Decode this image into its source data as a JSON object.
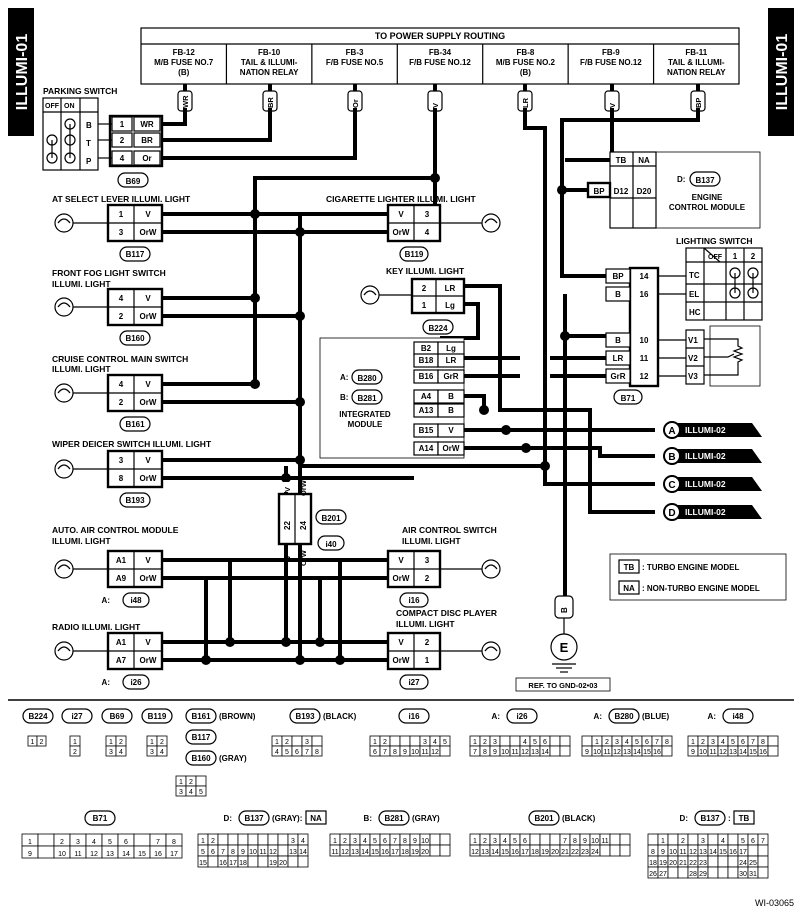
{
  "page": {
    "tag_left": "ILLUMI-01",
    "tag_right": "ILLUMI-01",
    "diagram_code": "WI-03065",
    "power_routing_title": "TO POWER SUPPLY ROUTING"
  },
  "fuses": [
    {
      "line1": "FB-12",
      "line2": "M/B FUSE NO.7",
      "line3": "(B)",
      "wire": "WR"
    },
    {
      "line1": "FB-10",
      "line2": "TAIL & ILLUMI-",
      "line3": "NATION RELAY",
      "wire": "BR"
    },
    {
      "line1": "FB-3",
      "line2": "F/B FUSE NO.5",
      "line3": "",
      "wire": "Or"
    },
    {
      "line1": "FB-34",
      "line2": "F/B FUSE NO.12",
      "line3": "",
      "wire": "V"
    },
    {
      "line1": "FB-8",
      "line2": "M/B FUSE NO.2",
      "line3": "(B)",
      "wire": "LR"
    },
    {
      "line1": "FB-9",
      "line2": "F/B FUSE NO.12",
      "line3": "",
      "wire": "V"
    },
    {
      "line1": "FB-11",
      "line2": "TAIL & ILLUMI-",
      "line3": "NATION RELAY",
      "wire": "BP"
    }
  ],
  "parking_switch": {
    "title": "PARKING SWITCH",
    "off": "OFF",
    "on": "ON",
    "rows": [
      "B",
      "T",
      "P"
    ],
    "pins": [
      {
        "n": "1",
        "w": "WR"
      },
      {
        "n": "2",
        "w": "BR"
      },
      {
        "n": "4",
        "w": "Or"
      }
    ],
    "connector": "B69"
  },
  "lights_left": [
    {
      "title1": "AT SELECT LEVER ILLUMI. LIGHT",
      "title2": "",
      "p1": "1",
      "p2": "3",
      "w1": "V",
      "w2": "OrW",
      "conn": "B117",
      "conn_prefix": ""
    },
    {
      "title1": "FRONT FOG LIGHT SWITCH",
      "title2": "ILLUMI. LIGHT",
      "p1": "4",
      "p2": "2",
      "w1": "V",
      "w2": "OrW",
      "conn": "B160",
      "conn_prefix": ""
    },
    {
      "title1": "CRUISE CONTROL MAIN SWITCH",
      "title2": "ILLUMI. LIGHT",
      "p1": "4",
      "p2": "2",
      "w1": "V",
      "w2": "OrW",
      "conn": "B161",
      "conn_prefix": ""
    },
    {
      "title1": "WIPER DEICER SWITCH ILLUMI. LIGHT",
      "title2": "",
      "p1": "3",
      "p2": "8",
      "w1": "V",
      "w2": "OrW",
      "conn": "B193",
      "conn_prefix": ""
    },
    {
      "title1": "AUTO. AIR CONTROL MODULE",
      "title2": "ILLUMI. LIGHT",
      "p1": "A1",
      "p2": "A9",
      "w1": "V",
      "w2": "OrW",
      "conn": "i48",
      "conn_prefix": "A:"
    },
    {
      "title1": "RADIO ILLUMI. LIGHT",
      "title2": "",
      "p1": "A1",
      "p2": "A7",
      "w1": "V",
      "w2": "OrW",
      "conn": "i26",
      "conn_prefix": "A:"
    }
  ],
  "lights_right": [
    {
      "title1": "CIGARETTE LIGHTER ILLUMI. LIGHT",
      "title2": "",
      "p1": "3",
      "p2": "4",
      "w1": "V",
      "w2": "OrW",
      "conn": "B119"
    },
    {
      "title1": "AIR CONTROL SWITCH",
      "title2": "ILLUMI. LIGHT",
      "p1": "3",
      "p2": "2",
      "w1": "V",
      "w2": "OrW",
      "conn": "i16"
    },
    {
      "title1": "COMPACT DISC PLAYER",
      "title2": "ILLUMI. LIGHT",
      "p1": "2",
      "p2": "1",
      "w1": "V",
      "w2": "OrW",
      "conn": "i27"
    }
  ],
  "key_light": {
    "title": "KEY ILLUMI. LIGHT",
    "p1": "2",
    "p2": "1",
    "w1": "LR",
    "w2": "Lg",
    "conn": "B224"
  },
  "integrated_module": {
    "a_label": "A:",
    "a_conn": "B280",
    "b_label": "B:",
    "b_conn": "B281",
    "name1": "INTEGRATED",
    "name2": "MODULE",
    "pins": [
      {
        "n": "B2",
        "w": "Lg"
      },
      {
        "n": "B18",
        "w": "LR"
      },
      {
        "n": "B16",
        "w": "GrR"
      },
      {
        "n": "A4",
        "w": "B"
      },
      {
        "n": "A13",
        "w": "B"
      },
      {
        "n": "B15",
        "w": "V"
      },
      {
        "n": "A14",
        "w": "OrW"
      }
    ]
  },
  "ecm": {
    "prefix": "D:",
    "conn": "B137",
    "name1": "ENGINE",
    "name2": "CONTROL MODULE",
    "tb": "TB",
    "na": "NA",
    "pin_tb": "D12",
    "pin_na": "D20",
    "wire": "BP"
  },
  "lighting_switch": {
    "title": "LIGHTING SWITCH",
    "off": "OFF",
    "c1": "1",
    "c2": "2",
    "rows": [
      "TC",
      "EL",
      "HC"
    ],
    "v_rows": [
      "V1",
      "V2",
      "V3"
    ],
    "pins": [
      {
        "n": "14",
        "w": "BP"
      },
      {
        "n": "16",
        "w": "B"
      },
      {
        "n": "10",
        "w": "B"
      },
      {
        "n": "11",
        "w": "LR"
      },
      {
        "n": "12",
        "w": "GrR"
      }
    ],
    "connector": "B71"
  },
  "joint": {
    "conn": "B201",
    "conn2": "i40",
    "p1": "22",
    "p2": "24",
    "w1": "V",
    "w2": "OrW"
  },
  "outputs": [
    {
      "letter": "A",
      "label": "ILLUMI-02"
    },
    {
      "letter": "B",
      "label": "ILLUMI-02"
    },
    {
      "letter": "C",
      "label": "ILLUMI-02"
    },
    {
      "letter": "D",
      "label": "ILLUMI-02"
    }
  ],
  "legend": [
    {
      "key": "TB",
      "text": ": TURBO ENGINE MODEL"
    },
    {
      "key": "NA",
      "text": ": NON-TURBO ENGINE MODEL"
    }
  ],
  "ground": {
    "wire": "B",
    "symbol": "E",
    "ref": "REF. TO GND-02•03"
  },
  "connector_views": {
    "row1": [
      {
        "name": "B224",
        "suffix": "",
        "prefix": ""
      },
      {
        "name": "i27",
        "suffix": "",
        "prefix": ""
      },
      {
        "name": "B69",
        "suffix": "",
        "prefix": ""
      },
      {
        "name": "B119",
        "suffix": "",
        "prefix": ""
      },
      {
        "name": "B161",
        "suffix": "(BROWN)",
        "prefix": ""
      },
      {
        "name": "B117",
        "suffix": "",
        "prefix": ""
      },
      {
        "name": "B160",
        "suffix": "(GRAY)",
        "prefix": ""
      },
      {
        "name": "B193",
        "suffix": "(BLACK)",
        "prefix": ""
      },
      {
        "name": "i16",
        "suffix": "",
        "prefix": ""
      },
      {
        "name": "i26",
        "suffix": "",
        "prefix": "A:"
      },
      {
        "name": "B280",
        "suffix": "(BLUE)",
        "prefix": "A:"
      },
      {
        "name": "i48",
        "suffix": "",
        "prefix": "A:"
      }
    ],
    "row2": [
      {
        "name": "B71",
        "suffix": "",
        "prefix": ""
      },
      {
        "name": "B137",
        "suffix": "(GRAY):",
        "prefix": "D:",
        "tag": "NA"
      },
      {
        "name": "B281",
        "suffix": "(GRAY)",
        "prefix": "B:"
      },
      {
        "name": "B201",
        "suffix": "(BLACK)",
        "prefix": ""
      },
      {
        "name": "B137",
        "suffix": ":",
        "prefix": "D:",
        "tag": "TB"
      }
    ]
  }
}
